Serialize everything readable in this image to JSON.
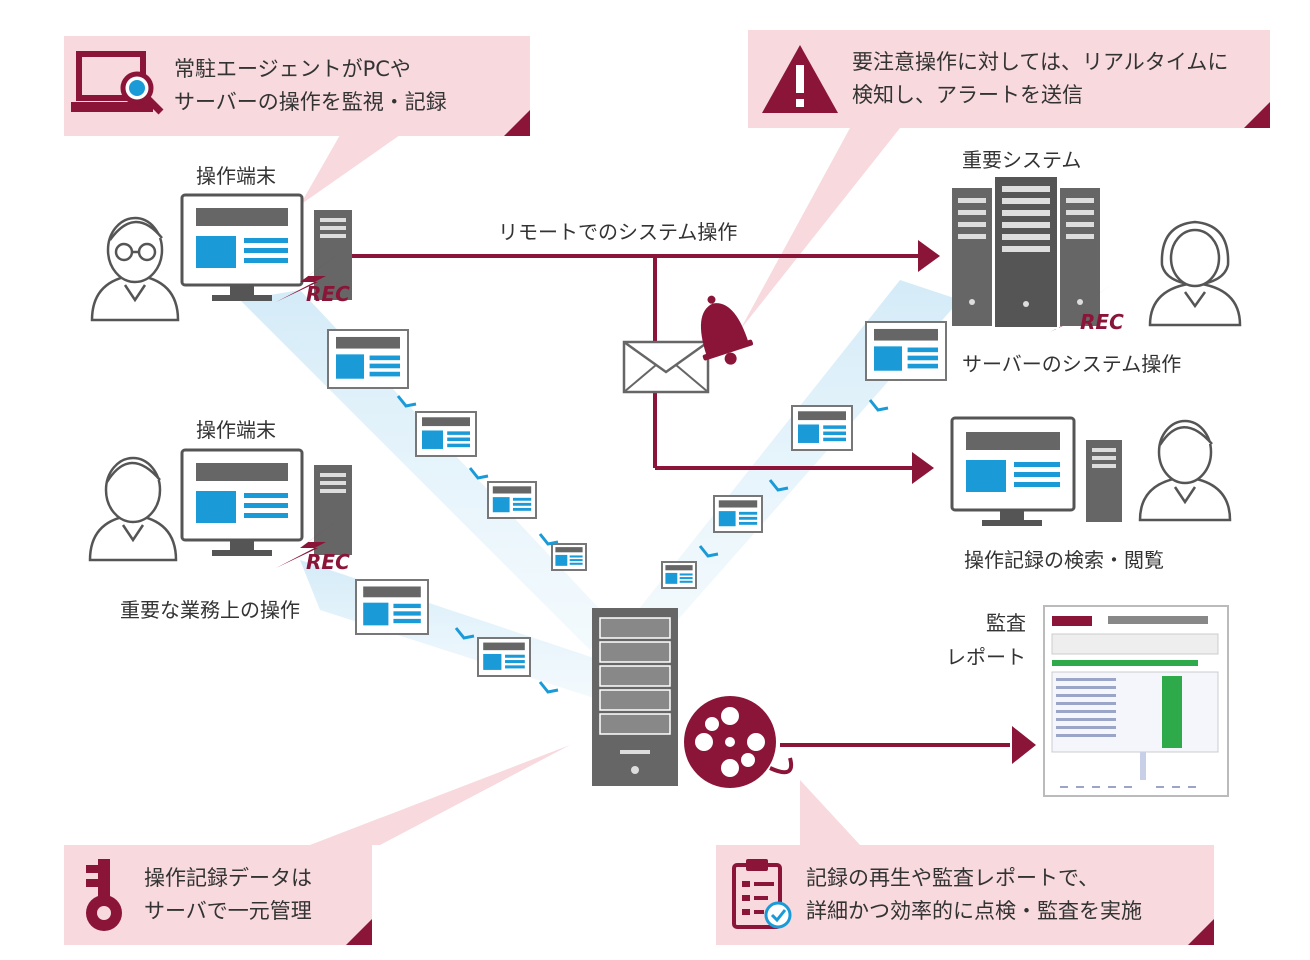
{
  "callouts": {
    "agent": "常駐エージェントがPCや\nサーバーの操作を監視・記録",
    "alert": "要注意操作に対しては、リアルタイムに\n検知し、アラートを送信",
    "central": "操作記録データは\nサーバで一元管理",
    "replay": "記録の再生や監査レポートで、\n詳細かつ効率的に点検・監査を実施"
  },
  "labels": {
    "terminal_top": "操作端末",
    "terminal_bottom": "操作端末",
    "remote_operation": "リモートでのシステム操作",
    "critical_system": "重要システム",
    "server_operation": "サーバーのシステム操作",
    "important_operation": "重要な業務上の操作",
    "search_view": "操作記録の検索・閲覧",
    "audit_report": "監査\nレポート"
  },
  "rec_badge": "REC",
  "colors": {
    "accent": "#8a1538",
    "callout_bg": "#f7d9de",
    "screen_blue": "#1a9bd7",
    "gray": "#666666",
    "beam": "#cfe9f7"
  },
  "icons": [
    "laptop-search-icon",
    "warning-icon",
    "key-icon",
    "clipboard-check-icon",
    "mail-icon",
    "bell-icon",
    "film-reel-icon"
  ]
}
